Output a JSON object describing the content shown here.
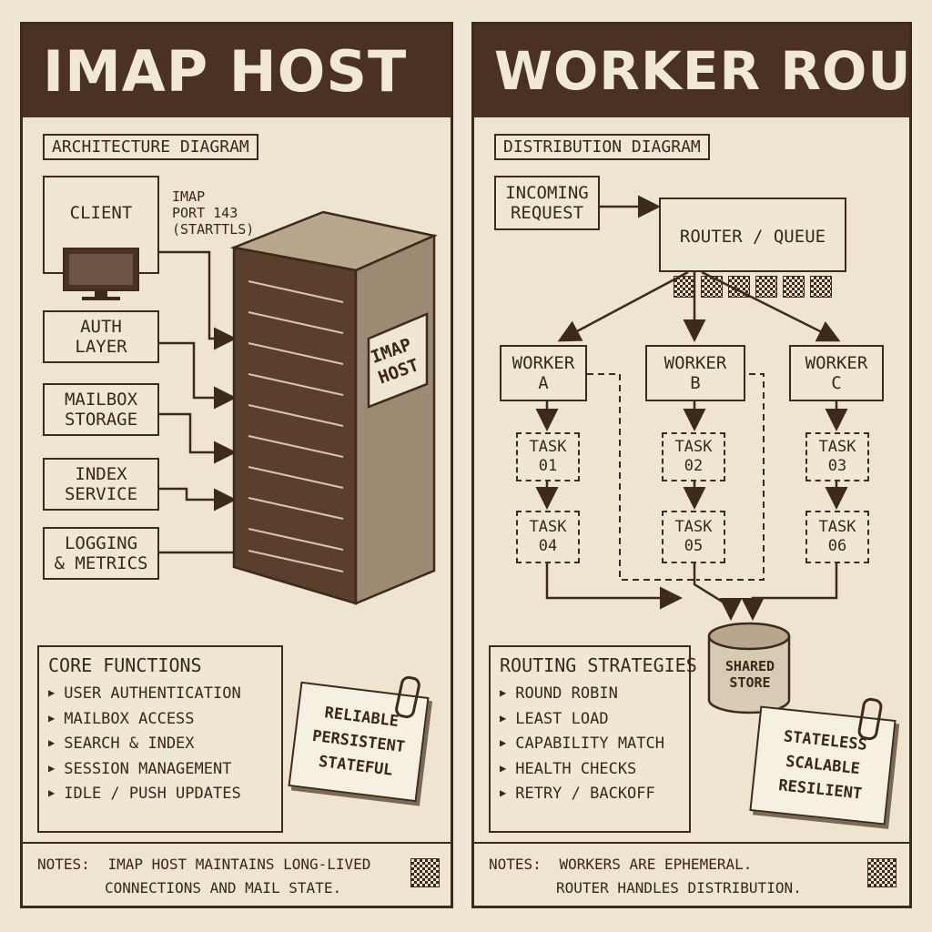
{
  "left": {
    "banner": "IMAP HOST",
    "subtitle": "ARCHITECTURE DIAGRAM",
    "client": {
      "label": "CLIENT"
    },
    "port_label": "IMAP\nPORT 143\n(STARTTLS)",
    "modules": [
      "AUTH\nLAYER",
      "MAILBOX\nSTORAGE",
      "INDEX\nSERVICE",
      "LOGGING\n& METRICS"
    ],
    "server_label": "IMAP\nHOST",
    "core_title": "CORE FUNCTIONS",
    "core_items": [
      "USER AUTHENTICATION",
      "MAILBOX ACCESS",
      "SEARCH & INDEX",
      "SESSION MANAGEMENT",
      "IDLE / PUSH UPDATES"
    ],
    "sticky": [
      "RELIABLE",
      "PERSISTENT",
      "STATEFUL"
    ],
    "notes_label": "NOTES:",
    "notes_text": [
      "IMAP HOST MAINTAINS LONG-LIVED",
      "CONNECTIONS AND MAIL STATE."
    ]
  },
  "right": {
    "banner": "WORKER ROUTING",
    "subtitle": "DISTRIBUTION DIAGRAM",
    "incoming": "INCOMING\nREQUEST",
    "router": "ROUTER / QUEUE",
    "workers": [
      "WORKER\nA",
      "WORKER\nB",
      "WORKER\nC"
    ],
    "tasks": [
      "TASK\n01",
      "TASK\n02",
      "TASK\n03",
      "TASK\n04",
      "TASK\n05",
      "TASK\n06"
    ],
    "store": "SHARED\nSTORE",
    "strategies_title": "ROUTING STRATEGIES",
    "strategies": [
      "ROUND ROBIN",
      "LEAST LOAD",
      "CAPABILITY MATCH",
      "HEALTH CHECKS",
      "RETRY / BACKOFF"
    ],
    "sticky": [
      "STATELESS",
      "SCALABLE",
      "RESILIENT"
    ],
    "notes_label": "NOTES:",
    "notes_text": [
      "WORKERS ARE EPHEMERAL.",
      "ROUTER HANDLES DISTRIBUTION."
    ]
  },
  "colors": {
    "ink": "#3d2a1c",
    "paper": "#efe6d3",
    "banner": "#4a3122"
  }
}
